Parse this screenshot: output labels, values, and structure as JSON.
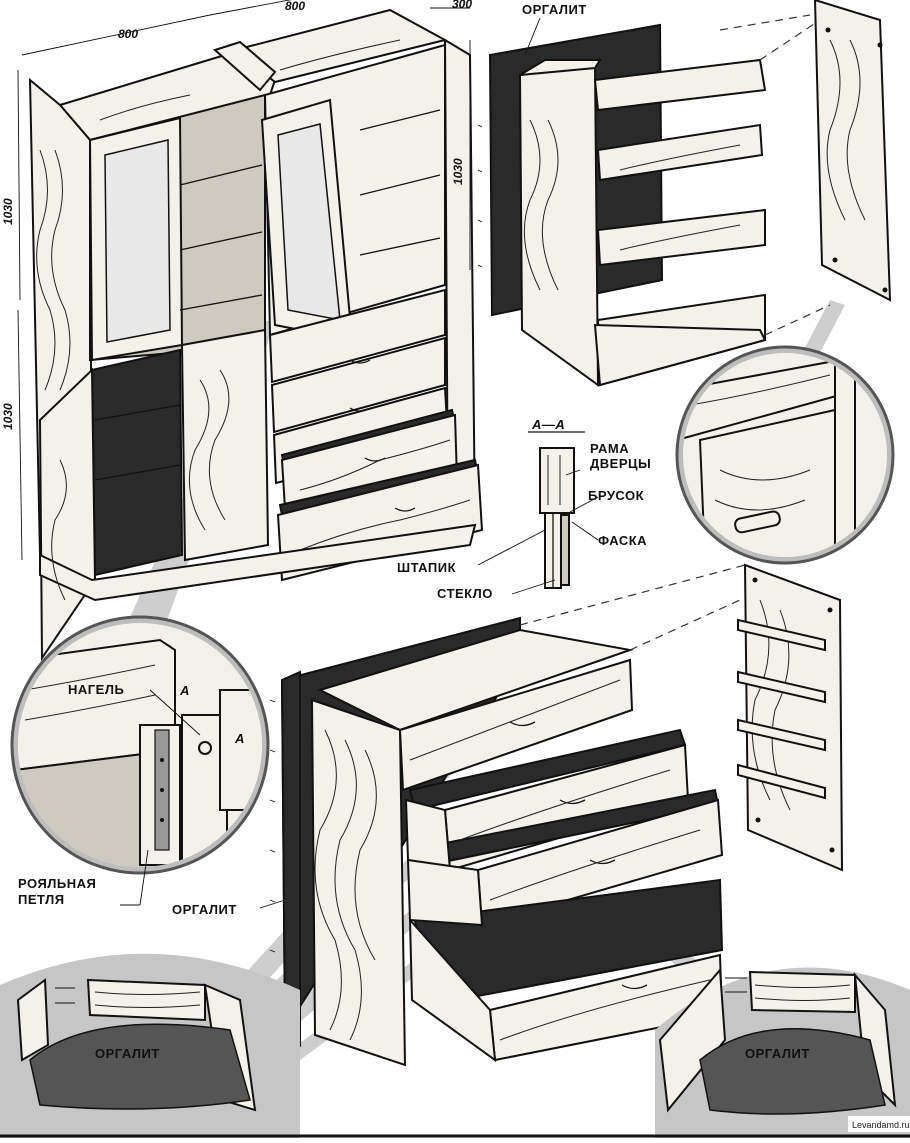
{
  "dimensions": {
    "width_left": "800",
    "width_right": "800",
    "depth": "300",
    "height_upper": "1030",
    "height_lower": "1030",
    "height_right": "1030"
  },
  "labels": {
    "orgalit_top": "ОРГАЛИТ",
    "orgalit_bottom": "ОРГАЛИТ",
    "orgalit_drawer_left": "ОРГАЛИТ",
    "orgalit_drawer_right": "ОРГАЛИТ",
    "section": "А—А",
    "door_frame_line1": "РАМА",
    "door_frame_line2": "ДВЕРЦЫ",
    "brusok": "БРУСОК",
    "faska": "ФАСКА",
    "shtapik": "ШТАПИК",
    "steklo": "СТЕКЛО",
    "nagel": "НАГЕЛЬ",
    "section_mark_a1": "А",
    "section_mark_a2": "А",
    "piano_hinge_line1": "РОЯЛЬНАЯ",
    "piano_hinge_line2": "ПЕТЛЯ"
  },
  "watermark": "Levandamd.ru",
  "colors": {
    "ink": "#111111",
    "wood": "#f4f1ea",
    "shadow": "#2a2a2a",
    "callout_circle": "#bdbdbd"
  }
}
